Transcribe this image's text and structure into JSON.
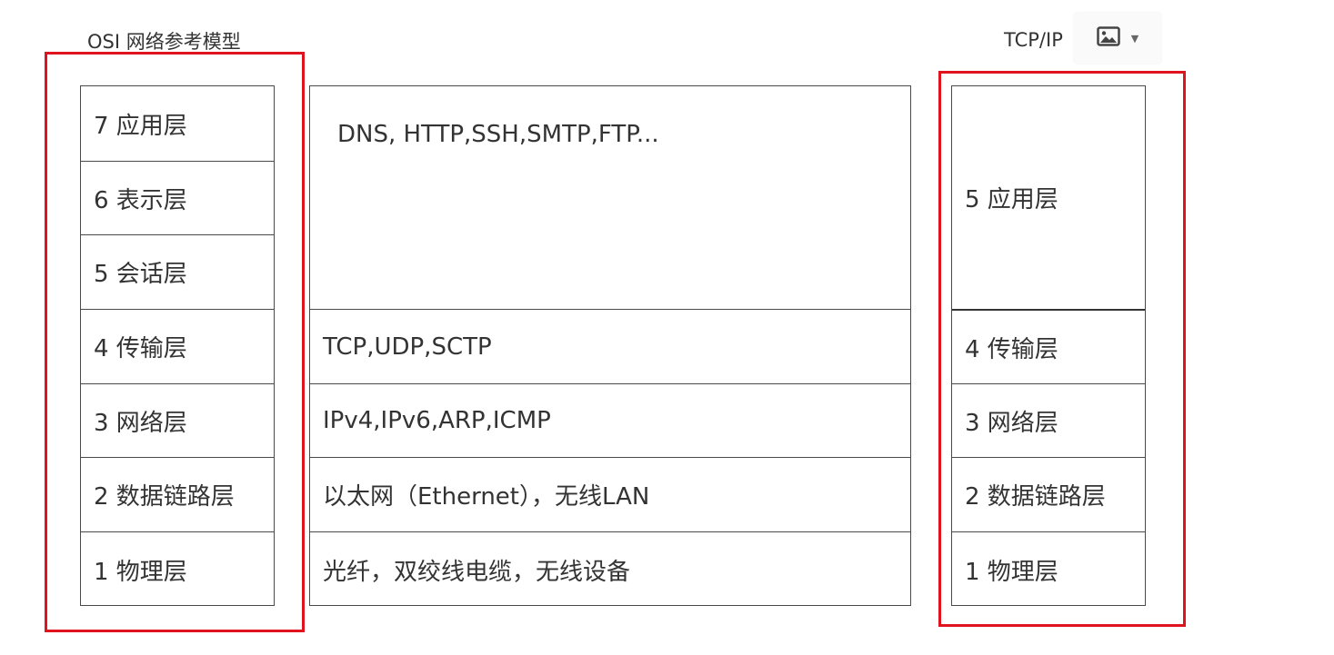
{
  "osi_title": "OSI 网络参考模型",
  "tcpip_title": "TCP/IP",
  "image_button_icon": "image-icon",
  "dropdown_icon": "chevron-down-icon",
  "highlight_color": "#e0141e",
  "osi_layers": [
    "7 应用层",
    "6 表示层",
    "5 会话层",
    "4 传输层",
    "3 网络层",
    "2 数据链路层",
    "1 物理层"
  ],
  "protocols": {
    "application": "DNS, HTTP,SSH,SMTP,FTP...",
    "transport": "TCP,UDP,SCTP",
    "network": "IPv4,IPv6,ARP,ICMP",
    "datalink": "以太网（Ethernet），无线LAN",
    "physical": "光纤，双绞线电缆，无线设备"
  },
  "tcpip_layers": [
    "5 应用层",
    "4 传输层",
    "3 网络层",
    "2 数据链路层",
    "1 物理层"
  ]
}
